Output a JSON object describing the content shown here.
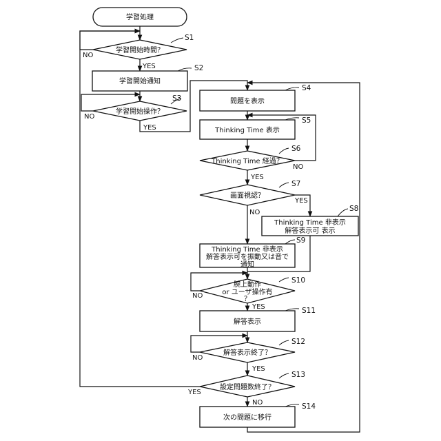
{
  "diagram": {
    "start": {
      "label": "学習処理"
    },
    "steps": [
      {
        "id": "S1",
        "label": "学習開始時間？",
        "yes": "YES",
        "no": "NO"
      },
      {
        "id": "S2",
        "label": "学習開始通知"
      },
      {
        "id": "S3",
        "label": "学習開始操作？",
        "yes": "YES",
        "no": "NO"
      },
      {
        "id": "S4",
        "label": "問題を表示"
      },
      {
        "id": "S5",
        "label": "Thinking Time 表示"
      },
      {
        "id": "S6",
        "label": "Thinking Time 経過？",
        "yes": "YES",
        "no": "NO"
      },
      {
        "id": "S7",
        "label": "画面視認？",
        "yes": "YES",
        "no": "NO"
      },
      {
        "id": "S8",
        "lines": [
          "Thinking Time 非表示",
          "解答表示可 表示"
        ]
      },
      {
        "id": "S9",
        "lines": [
          "Thinking Time 非表示",
          "解答表示可を振動又は音で",
          "通知"
        ]
      },
      {
        "id": "S10",
        "lines": [
          "腕上動作",
          "or ユーザ操作有",
          "？"
        ],
        "yes": "YES",
        "no": "NO"
      },
      {
        "id": "S11",
        "label": "解答表示"
      },
      {
        "id": "S12",
        "label": "解答表示終了？",
        "yes": "YES",
        "no": "NO"
      },
      {
        "id": "S13",
        "label": "設定問題数終了？",
        "yes": "YES",
        "no": "NO"
      },
      {
        "id": "S14",
        "label": "次の問題に移行"
      }
    ]
  }
}
